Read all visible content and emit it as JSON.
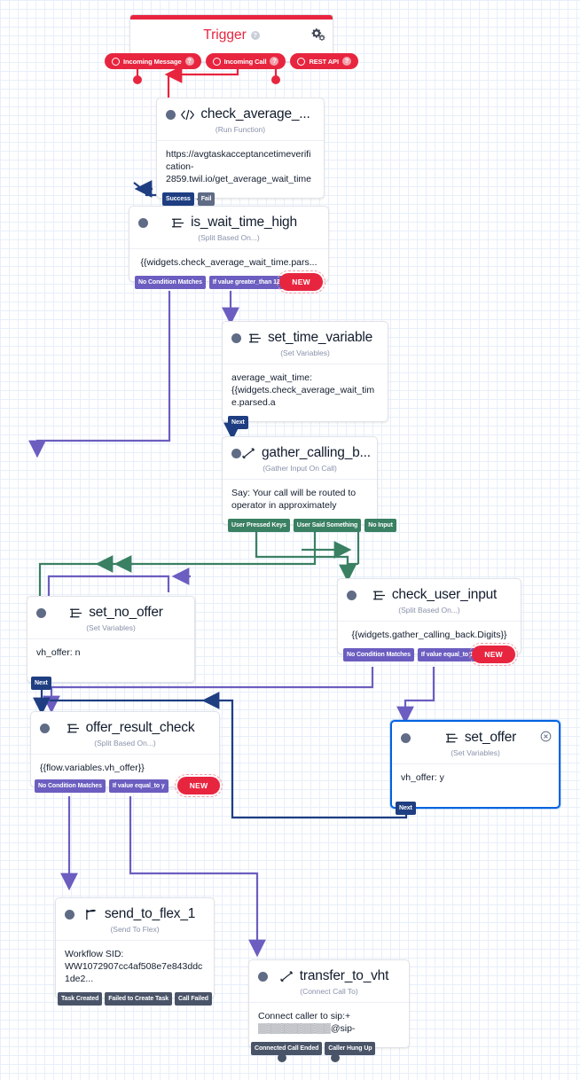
{
  "canvas": {
    "grid": true,
    "bg": "#ffffff",
    "grid_color": "#e8effa"
  },
  "colors": {
    "trigger_red": "#e8253f",
    "split_purple": "#6b5ec0",
    "gather_green": "#3a8063",
    "function_blue": "#1f3e82",
    "flex_gray": "#4a5468",
    "selected_blue": "#0263e0"
  },
  "trigger": {
    "title": "Trigger",
    "help_icon": "question-mark-icon",
    "settings_icon": "gears-icon",
    "ports": [
      {
        "label": "Incoming Message",
        "icon": "circle-icon",
        "help": "?"
      },
      {
        "label": "Incoming Call",
        "icon": "circle-icon",
        "help": "?"
      },
      {
        "label": "REST API",
        "icon": "circle-icon",
        "help": "?"
      }
    ]
  },
  "widgets": [
    {
      "id": "check_average",
      "title": "check_average_...",
      "type": "(Run Function)",
      "icon": "code-icon",
      "body": "https://avgtaskacceptancetimeverification-2859.twil.io/get_average_wait_time",
      "ports": [
        {
          "label": "Success",
          "color": "blue"
        },
        {
          "label": "Fail",
          "color": "gray"
        }
      ]
    },
    {
      "id": "is_wait_time_high",
      "title": "is_wait_time_high",
      "type": "(Split Based On...)",
      "icon": "split-icon",
      "body": "{{widgets.check_average_wait_time.pars...",
      "body_center": true,
      "ports": [
        {
          "label": "No Condition Matches",
          "color": "purple"
        },
        {
          "label": "If value greater_than 120",
          "color": "purple"
        }
      ],
      "badge": "NEW"
    },
    {
      "id": "set_time_variable",
      "title": "set_time_variable",
      "type": "(Set Variables)",
      "icon": "split-icon",
      "body": "average_wait_time: {{widgets.check_average_wait_time.parsed.a",
      "ports": [
        {
          "label": "Next",
          "color": "blue"
        }
      ]
    },
    {
      "id": "gather_calling_back",
      "title": "gather_calling_b...",
      "type": "(Gather Input On Call)",
      "icon": "phone-icon",
      "body": "Say: Your call will be routed to operator in approximately",
      "ports": [
        {
          "label": "User Pressed Keys",
          "color": "green"
        },
        {
          "label": "User Said Something",
          "color": "green"
        },
        {
          "label": "No Input",
          "color": "green"
        }
      ]
    },
    {
      "id": "check_user_input",
      "title": "check_user_input",
      "type": "(Split Based On...)",
      "icon": "split-icon",
      "body": "{{widgets.gather_calling_back.Digits}}",
      "body_center": true,
      "ports": [
        {
          "label": "No Condition Matches",
          "color": "purple"
        },
        {
          "label": "If value equal_to 1",
          "color": "purple"
        }
      ],
      "badge": "NEW"
    },
    {
      "id": "set_no_offer",
      "title": "set_no_offer",
      "type": "(Set Variables)",
      "icon": "split-icon",
      "body": "vh_offer: n",
      "ports": [
        {
          "label": "Next",
          "color": "blue"
        }
      ]
    },
    {
      "id": "offer_result_check",
      "title": "offer_result_check",
      "type": "(Split Based On...)",
      "icon": "split-icon",
      "body": "{{flow.variables.vh_offer}}",
      "ports": [
        {
          "label": "No Condition Matches",
          "color": "purple"
        },
        {
          "label": "If value equal_to y",
          "color": "purple"
        }
      ],
      "badge": "NEW"
    },
    {
      "id": "set_offer",
      "title": "set_offer",
      "type": "(Set Variables)",
      "icon": "split-icon",
      "body": "vh_offer: y",
      "selected": true,
      "close_icon": "close-circle-icon",
      "ports": [
        {
          "label": "Next",
          "color": "blue"
        }
      ]
    },
    {
      "id": "send_to_flex_1",
      "title": "send_to_flex_1",
      "type": "(Send To Flex)",
      "icon": "flag-icon",
      "body": "Workflow SID: WW1072907cc4af508e7e843ddc1de2...",
      "ports": [
        {
          "label": "Task Created",
          "color": "dark"
        },
        {
          "label": "Failed to Create Task",
          "color": "dark"
        },
        {
          "label": "Call Failed",
          "color": "dark"
        }
      ]
    },
    {
      "id": "transfer_to_vht",
      "title": "transfer_to_vht",
      "type": "(Connect Call To)",
      "icon": "phone-icon",
      "body": "Connect caller to sip:+ ▒▒▒▒▒▒▒▒▒▒▒@sip-",
      "ports": [
        {
          "label": "Connected Call Ended",
          "color": "dark"
        },
        {
          "label": "Caller Hung Up",
          "color": "dark"
        }
      ]
    }
  ]
}
